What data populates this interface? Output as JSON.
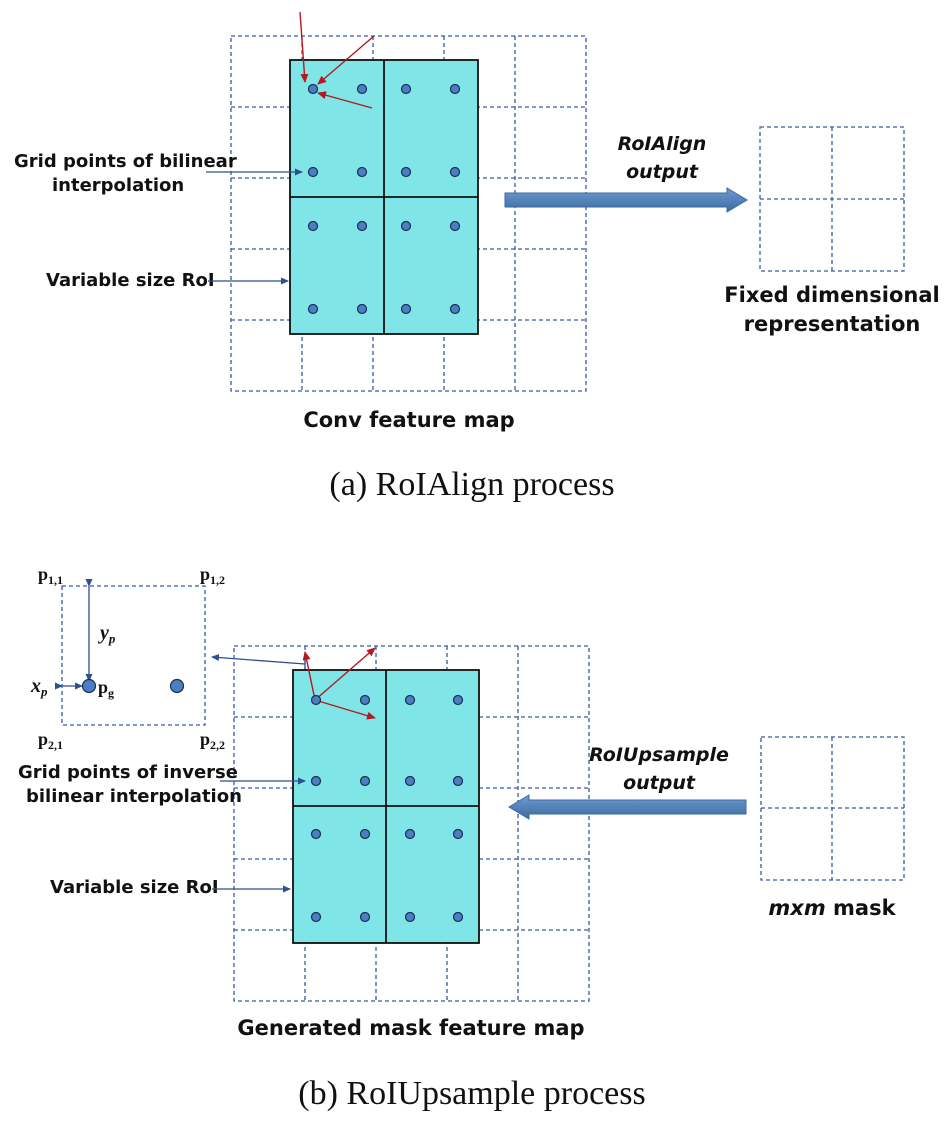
{
  "panel_a": {
    "grid_label": "Grid points of bilinear",
    "grid_label_2": "interpolation",
    "roi_label": "Variable size RoI",
    "arrow_label_1": "RoIAlign",
    "arrow_label_2": "output",
    "output_label_1": "Fixed dimensional",
    "output_label_2": "representation",
    "map_label": "Conv feature map",
    "caption": "(a)  RoIAlign process"
  },
  "panel_b": {
    "p11": "p",
    "p11_sub": "1,1",
    "p12": "p",
    "p12_sub": "1,2",
    "p21": "p",
    "p21_sub": "2,1",
    "p22": "p",
    "p22_sub": "2,2",
    "yp": "y",
    "yp_sub": "p",
    "xp": "x",
    "xp_sub": "p",
    "pg": "p",
    "pg_sub": "g",
    "grid_label": "Grid points of inverse",
    "grid_label_2": "bilinear interpolation",
    "roi_label": "Variable size RoI",
    "arrow_label_1": "RoIUpsample",
    "arrow_label_2": "output",
    "mask_label_it": "mxm",
    "mask_label": " mask",
    "map_label": "Generated mask feature map",
    "caption": "(b)  RoIUpsample process"
  },
  "colors": {
    "roi_fill": "#7fe5e6",
    "grid_dash": "#3a5aa5",
    "point": "#4a7fc0",
    "red_arrow": "#b3191e",
    "big_arrow": "#4a7fb5"
  }
}
